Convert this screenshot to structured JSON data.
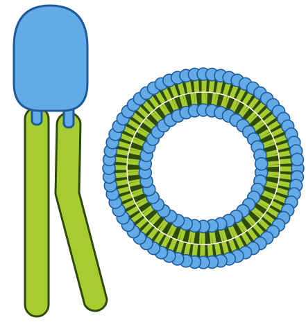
{
  "colors": {
    "head_fill": "#63abe8",
    "head_stroke": "#1e5a99",
    "tail_fill": "#a6cc30",
    "tail_stroke": "#2d4a0a",
    "background": "#ffffff"
  },
  "phospholipid": {
    "head_shape": "rounded-capsule",
    "tail_count": 2
  },
  "vesicle": {
    "layers": 2,
    "outer_head_count": 68,
    "inner_head_count": 42
  }
}
